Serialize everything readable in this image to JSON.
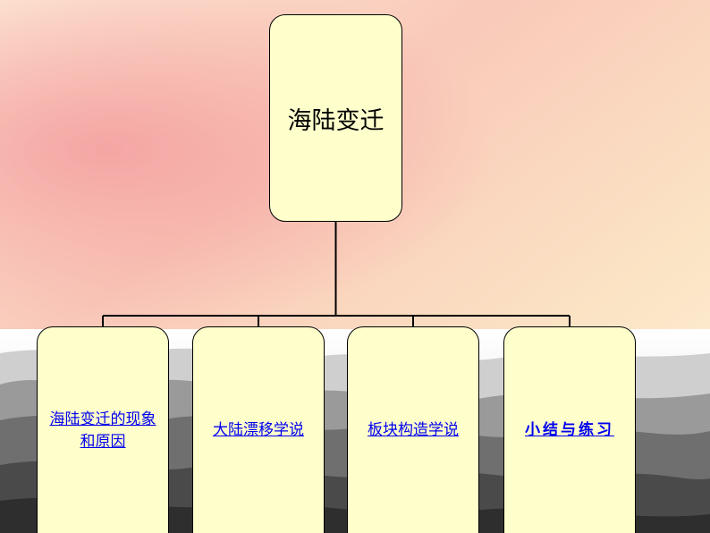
{
  "diagram": {
    "root": {
      "label": "海陆变迁"
    },
    "children": [
      {
        "label_line1": "海陆变迁的现象",
        "label_line2": "和原因"
      },
      {
        "label": "大陆漂移学说"
      },
      {
        "label": "板块构造学说"
      },
      {
        "label": "小结与练习"
      }
    ]
  },
  "colors": {
    "node_fill": "#ffffcc",
    "link": "#0000ee",
    "background_top": "#fbe8c8",
    "background_mid": "#f7b8ad"
  }
}
